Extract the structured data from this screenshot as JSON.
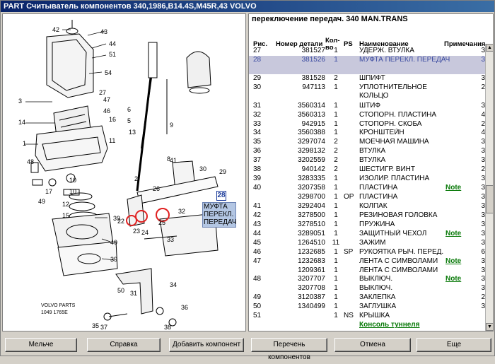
{
  "window": {
    "title": "PART Считыватель компонентов 340,1986,B14.4S,M45R,43 VOLVO"
  },
  "diagram": {
    "labels": [
      "42",
      "43",
      "44",
      "51",
      "54",
      "27",
      "3",
      "47",
      "46",
      "14",
      "1",
      "16",
      "6",
      "5",
      "13",
      "9",
      "11",
      "48",
      "49",
      "17",
      "10",
      "10",
      "12",
      "15",
      "39",
      "40",
      "33",
      "39",
      "8",
      "41",
      "12",
      "25",
      "22",
      "23",
      "24",
      "26",
      "28",
      "29",
      "30",
      "32",
      "31",
      "34",
      "35",
      "36",
      "37",
      "38",
      "50",
      "2"
    ],
    "watermark_line1": "VOLVO PARTS",
    "watermark_line2": "1049 1765E",
    "callout_number": "28",
    "callout_text": "МУФТА ПЕРЕКЛ. ПЕРЕДАЧ"
  },
  "list": {
    "title": "переключение передач. 340 MAN.TRANS",
    "headers": {
      "ris": "Рис.",
      "part": "Номер детали",
      "qty": "Кол-во",
      "ps": "PS",
      "name": "Наименование",
      "notes": "Примечания"
    },
    "rows": [
      {
        "ris": "27",
        "part": "381527",
        "qty": "1",
        "ps": "",
        "name": "УДЕРЖ. ВТУЛКА",
        "note": "",
        "rem": "3"
      },
      {
        "ris": "28",
        "part": "381526",
        "qty": "1",
        "ps": "",
        "name": "МУФТА ПЕРЕКЛ. ПЕРЕДАЧ",
        "note": "",
        "rem": "3",
        "selected": true,
        "tall": true
      },
      {
        "ris": "29",
        "part": "381528",
        "qty": "2",
        "ps": "",
        "name": "ШПИФТ",
        "note": "",
        "rem": "3"
      },
      {
        "ris": "30",
        "part": "947113",
        "qty": "1",
        "ps": "",
        "name": "УПЛОТНИТЕЛЬНОЕ КОЛЬЦО",
        "note": "",
        "rem": "2",
        "tall": true
      },
      {
        "ris": "31",
        "part": "3560314",
        "qty": "1",
        "ps": "",
        "name": "ШТИФ",
        "note": "",
        "rem": "3"
      },
      {
        "ris": "32",
        "part": "3560313",
        "qty": "1",
        "ps": "",
        "name": "СТОПОРН. ПЛАСТИНА",
        "note": "",
        "rem": "4"
      },
      {
        "ris": "33",
        "part": "942915",
        "qty": "1",
        "ps": "",
        "name": "СТОПОРН. СКОБА",
        "note": "",
        "rem": "2"
      },
      {
        "ris": "34",
        "part": "3560388",
        "qty": "1",
        "ps": "",
        "name": "КРОНШТЕЙН",
        "note": "",
        "rem": "4"
      },
      {
        "ris": "35",
        "part": "3297074",
        "qty": "2",
        "ps": "",
        "name": "МОЕЧНАЯ МАШИНА",
        "note": "",
        "rem": "3"
      },
      {
        "ris": "36",
        "part": "3298132",
        "qty": "2",
        "ps": "",
        "name": "ВТУЛКА",
        "note": "",
        "rem": "3"
      },
      {
        "ris": "37",
        "part": "3202559",
        "qty": "2",
        "ps": "",
        "name": "ВТУЛКА",
        "note": "",
        "rem": "3"
      },
      {
        "ris": "38",
        "part": "940142",
        "qty": "2",
        "ps": "",
        "name": "ШЕСТИГР. ВИНТ",
        "note": "",
        "rem": "2"
      },
      {
        "ris": "39",
        "part": "3283335",
        "qty": "1",
        "ps": "",
        "name": "ИЗОЛИР. ПЛАСТИНА",
        "note": "",
        "rem": "3"
      },
      {
        "ris": "40",
        "part": "3207358",
        "qty": "1",
        "ps": "",
        "name": "ПЛАСТИНА",
        "note": "Note",
        "rem": "3"
      },
      {
        "ris": "",
        "part": "3298700",
        "qty": "1",
        "ps": "OP",
        "name": "ПЛАСТИНА",
        "note": "",
        "rem": "3"
      },
      {
        "ris": "41",
        "part": "3292404",
        "qty": "1",
        "ps": "",
        "name": "КОЛПАК",
        "note": "",
        "rem": "3"
      },
      {
        "ris": "42",
        "part": "3278500",
        "qty": "1",
        "ps": "",
        "name": "РЕЗИНОВАЯ ГОЛОВКА",
        "note": "",
        "rem": "3"
      },
      {
        "ris": "43",
        "part": "3278510",
        "qty": "1",
        "ps": "",
        "name": "ПРУЖИНА",
        "note": "",
        "rem": "3"
      },
      {
        "ris": "44",
        "part": "3289051",
        "qty": "1",
        "ps": "",
        "name": "ЗАЩИТНЫЙ ЧЕХОЛ",
        "note": "Note",
        "rem": "3"
      },
      {
        "ris": "45",
        "part": "1264510",
        "qty": "11",
        "ps": "",
        "name": "ЗАЖИМ",
        "note": "",
        "rem": "3"
      },
      {
        "ris": "46",
        "part": "1232685",
        "qty": "1",
        "ps": "SP",
        "name": "РУКОЯТКА РЫЧ. ПЕРЕД.",
        "note": "",
        "rem": "6"
      },
      {
        "ris": "47",
        "part": "1232683",
        "qty": "1",
        "ps": "",
        "name": "ЛЕНТА С СИМВОЛАМИ",
        "note": "Note",
        "rem": "3"
      },
      {
        "ris": "",
        "part": "1209361",
        "qty": "1",
        "ps": "",
        "name": "ЛЕНТА С СИМВОЛАМИ",
        "note": "",
        "rem": "3"
      },
      {
        "ris": "48",
        "part": "3207707",
        "qty": "1",
        "ps": "",
        "name": "ВЫКЛЮЧ.",
        "note": "Note",
        "rem": "3"
      },
      {
        "ris": "",
        "part": "3207708",
        "qty": "1",
        "ps": "",
        "name": "ВЫКЛЮЧ.",
        "note": "",
        "rem": "3"
      },
      {
        "ris": "49",
        "part": "3120387",
        "qty": "1",
        "ps": "",
        "name": "ЗАКЛЕПКА",
        "note": "",
        "rem": "2"
      },
      {
        "ris": "50",
        "part": "1340499",
        "qty": "1",
        "ps": "",
        "name": "ЗАГЛУШКА",
        "note": "",
        "rem": "3"
      },
      {
        "ris": "51",
        "part": "",
        "qty": "1",
        "ps": "NS",
        "name": "КРЫШКА",
        "note": "",
        "rem": ""
      }
    ],
    "footer_link": "Консоль туннеля"
  },
  "buttons": {
    "b1": "Мельче",
    "b2": "Справка",
    "b3": "Добавить компонент",
    "b4": "Перечень компонентов",
    "b5": "Отмена",
    "b6": "Еще"
  },
  "colors": {
    "title_bar": "#0a246a",
    "selection": "#c8c8dc",
    "note_green": "#007700",
    "highlight_red": "#e02020"
  }
}
